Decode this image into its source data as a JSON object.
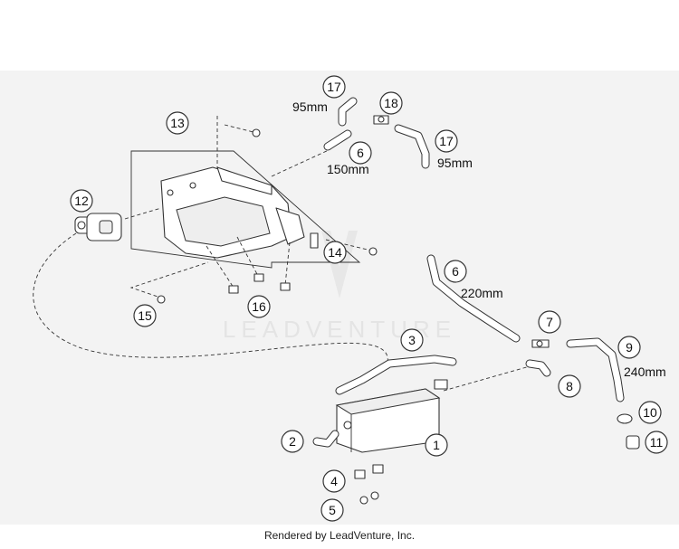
{
  "watermark": "LEADVENTURE",
  "footer": "Rendered by LeadVenture, Inc.",
  "callouts": {
    "c1": "1",
    "c2": "2",
    "c3": "3",
    "c4": "4",
    "c5": "5",
    "c6a": "6",
    "c6b": "6",
    "c7": "7",
    "c8": "8",
    "c9": "9",
    "c10": "10",
    "c11": "11",
    "c12": "12",
    "c13": "13",
    "c14": "14",
    "c15": "15",
    "c16": "16",
    "c17a": "17",
    "c17b": "17",
    "c18": "18"
  },
  "lengths": {
    "l17a": "95mm",
    "l17b": "95mm",
    "l6a": "150mm",
    "l6b": "220mm",
    "l9": "240mm"
  }
}
